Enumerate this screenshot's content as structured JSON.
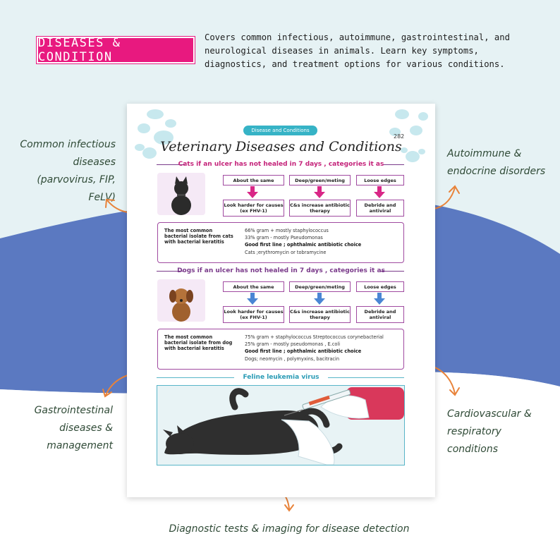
{
  "badge": "DISEASES & CONDITION",
  "intro": "Covers common infectious, autoimmune, gastrointestinal, and neurological diseases in animals. Learn key symptoms, diagnostics, and treatment options for various conditions.",
  "callouts": {
    "top_left": "Common infectious diseases (parvovirus, FIP, FeLV)",
    "top_right": "Autoimmune & endocrine disorders",
    "bottom_left": "Gastrointestinal diseases & management",
    "bottom_right": "Cardiovascular & respiratory conditions",
    "bottom": "Diagnostic tests & imaging for disease detection"
  },
  "colors": {
    "accent": "#e8197f",
    "wave": "#5b79c1",
    "teal": "#36b3c6",
    "purple": "#7a3a8a"
  },
  "sheet": {
    "tag": "Disease and Conditions",
    "page_number": "282",
    "title": "Veterinary Diseases and Conditions",
    "cats": {
      "heading_animal": "Cats",
      "heading_rest": " if an ulcer has not healed in 7 days , categories it as",
      "top_boxes": [
        "About the same",
        "Deep/green/meting",
        "Loose edges"
      ],
      "bottom_boxes": [
        "Look harder for causes (ex FHV-1)",
        "C&s increase antibiotic therapy",
        "Debride and antiviral"
      ],
      "info_label": "The most common bacterial isolate from cats with bacterial keratitis",
      "info_lines": [
        "66% gram + mostly staphylococcus",
        "33% gram - mostly Pseudomonas"
      ],
      "info_bold": "Good first line ; ophthalmic antibiotic choice",
      "info_last": "Cats ;erythromycin or tobramycine"
    },
    "dogs": {
      "heading_animal": "Dogs",
      "heading_rest": " if an ulcer has not healed in 7 days , categories it as",
      "top_boxes": [
        "About the same",
        "Deep/green/meting",
        "Loose edges"
      ],
      "bottom_boxes": [
        "Look harder for causes (ex FHV-1)",
        "C&s increase antibiotic therapy",
        "Debride and antiviral"
      ],
      "info_label": "The most common bacterial isolate from dog with bacterial keratitis",
      "info_lines": [
        "75% gram + staphylococcus Streptococcus corynebacterial",
        "25% gram - mostly pseudomonas , E.coli"
      ],
      "info_bold": "Good first line ; ophthalmic antibiotic choice",
      "info_last": "Dogs; neomycin , polymyxins, bacitracin"
    },
    "feline_heading": "Feline leukemia virus"
  }
}
